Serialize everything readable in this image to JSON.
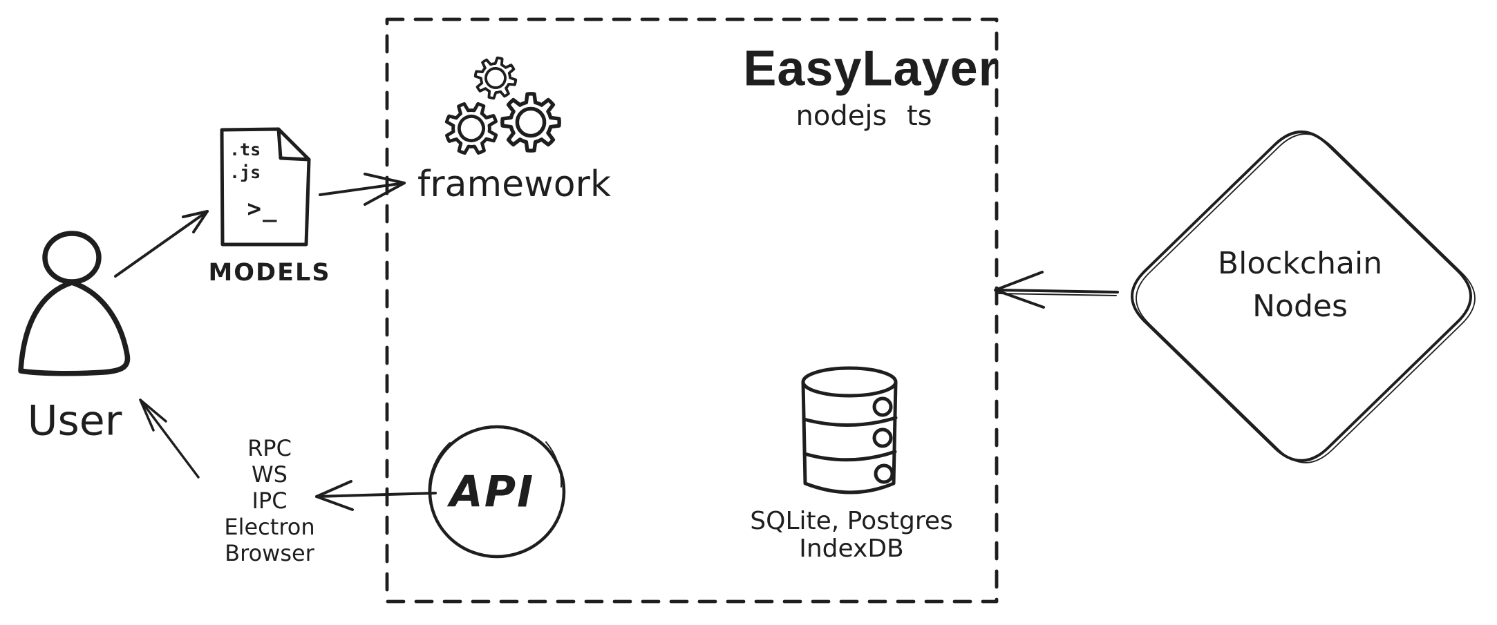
{
  "diagram": {
    "background_color": "#ffffff",
    "ink_color": "#1e1e1e",
    "easylayer": {
      "title": "EasyLayer",
      "subtitle": "nodejs ts"
    },
    "user": {
      "label": "User"
    },
    "models": {
      "label": "MODELS",
      "file_types": [
        ".ts",
        ".js"
      ],
      "prompt": ">_"
    },
    "framework": {
      "label": "framework"
    },
    "api": {
      "label": "API",
      "channels": [
        "RPC",
        "WS",
        "IPC",
        "Electron",
        "Browser"
      ]
    },
    "database": {
      "lines": [
        "SQLite, Postgres",
        "IndexDB"
      ]
    },
    "blockchain": {
      "lines": [
        "Blockchain",
        "Nodes"
      ]
    },
    "icons": [
      "user-icon",
      "models-file-icon",
      "gears-icon",
      "api-circle-icon",
      "database-icon",
      "blockchain-diamond-icon"
    ]
  }
}
